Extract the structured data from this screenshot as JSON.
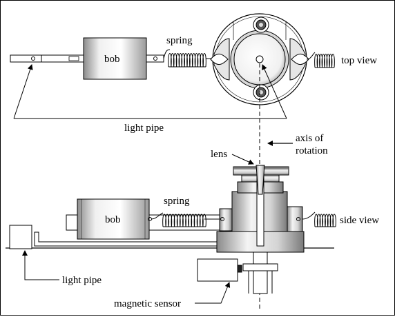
{
  "labels": {
    "bob_top": "bob",
    "spring_top": "spring",
    "top_view": "top view",
    "light_pipe_top": "light pipe",
    "axis_line1": "axis of",
    "axis_line2": "rotation",
    "lens": "lens",
    "bob_side": "bob",
    "spring_side": "spring",
    "side_view": "side view",
    "light_pipe_side": "light pipe",
    "magnetic_sensor": "magnetic sensor"
  },
  "colors": {
    "ink": "#000000",
    "background": "#ffffff",
    "metal_light": "#f2f2f2",
    "metal_mid": "#bdbdbd",
    "metal_dark": "#6e6e6e"
  }
}
